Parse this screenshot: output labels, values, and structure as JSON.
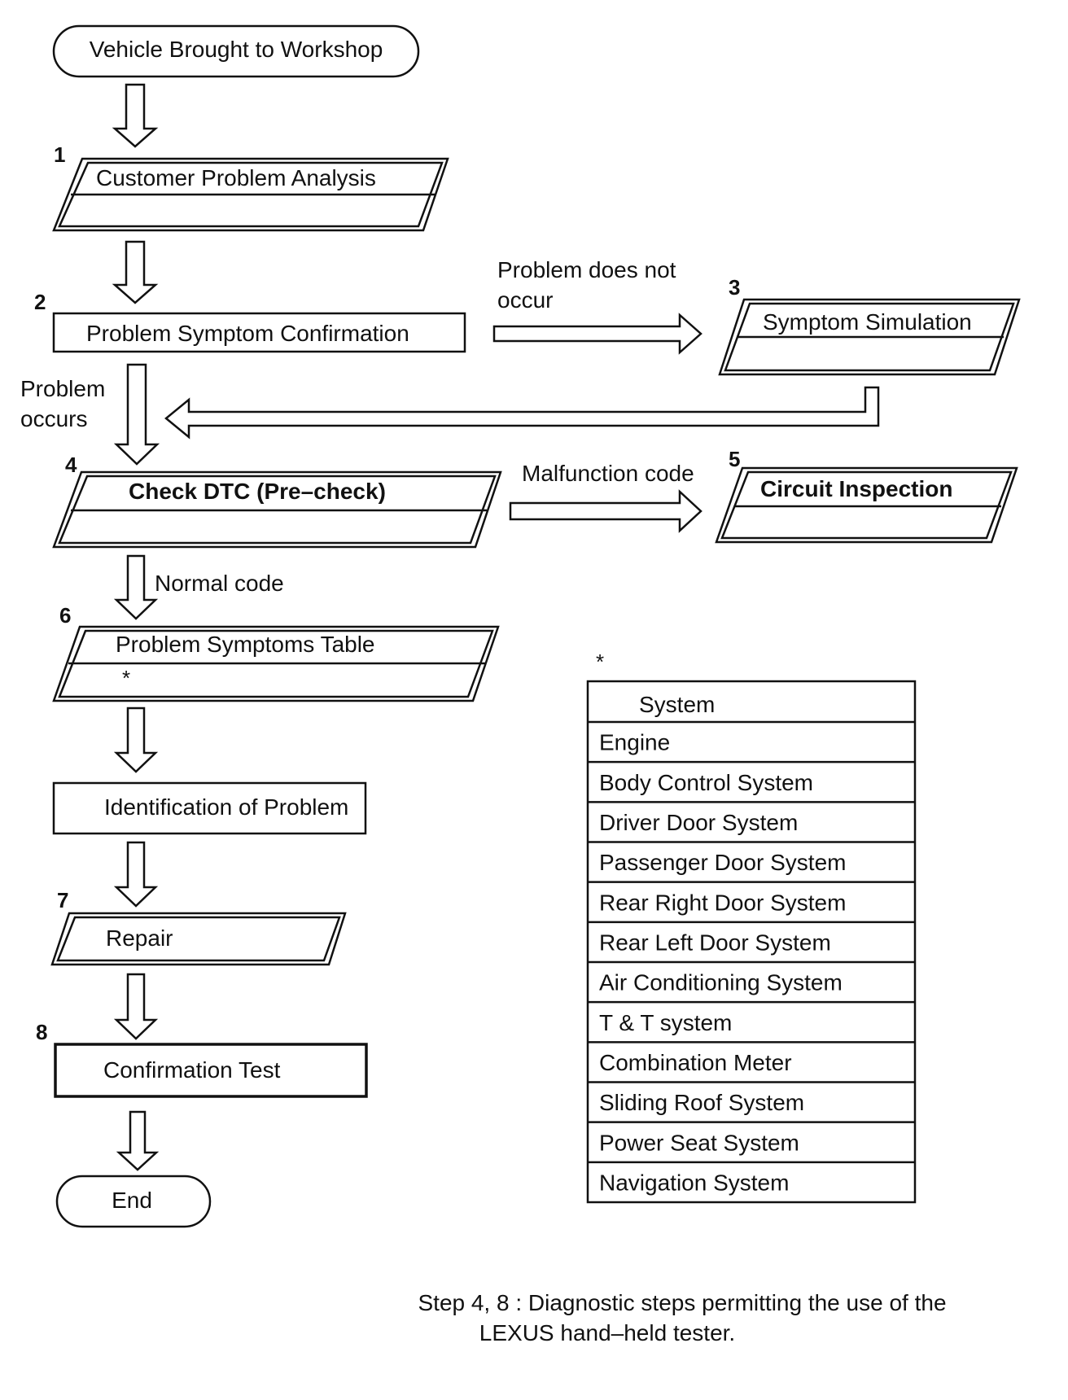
{
  "flow": {
    "start": "Vehicle Brought to Workshop",
    "step1": {
      "num": "1",
      "label": "Customer Problem Analysis"
    },
    "step2": {
      "num": "2",
      "label": "Problem Symptom Confirmation"
    },
    "step3": {
      "num": "3",
      "label": "Symptom Simulation"
    },
    "step4": {
      "num": "4",
      "label": "Check DTC (Pre–check)"
    },
    "step5": {
      "num": "5",
      "label": "Circuit Inspection"
    },
    "step6": {
      "num": "6",
      "label": "Problem Symptoms Table",
      "mark": "*"
    },
    "identification": "Identification of Problem",
    "step7": {
      "num": "7",
      "label": "Repair"
    },
    "step8": {
      "num": "8",
      "label": "Confirmation Test"
    },
    "end": "End",
    "edge_not_occur_line1": "Problem  does  not",
    "edge_not_occur_line2": "occur",
    "edge_occurs_line1": "Problem",
    "edge_occurs_line2": "occurs",
    "edge_malfunction": "Malfunction code",
    "edge_normal": "Normal code"
  },
  "system_table": {
    "mark": "*",
    "header": "System",
    "rows": [
      "Engine",
      "Body Control System",
      "Driver Door System",
      "Passenger Door System",
      "Rear Right Door System",
      "Rear Left Door System",
      "Air Conditioning System",
      "T & T system",
      "Combination Meter",
      "Sliding Roof System",
      "Power Seat System",
      "Navigation System"
    ]
  },
  "note": {
    "line1": "Step 4, 8 : Diagnostic steps permitting the use of the",
    "line2": "LEXUS hand–held tester."
  }
}
